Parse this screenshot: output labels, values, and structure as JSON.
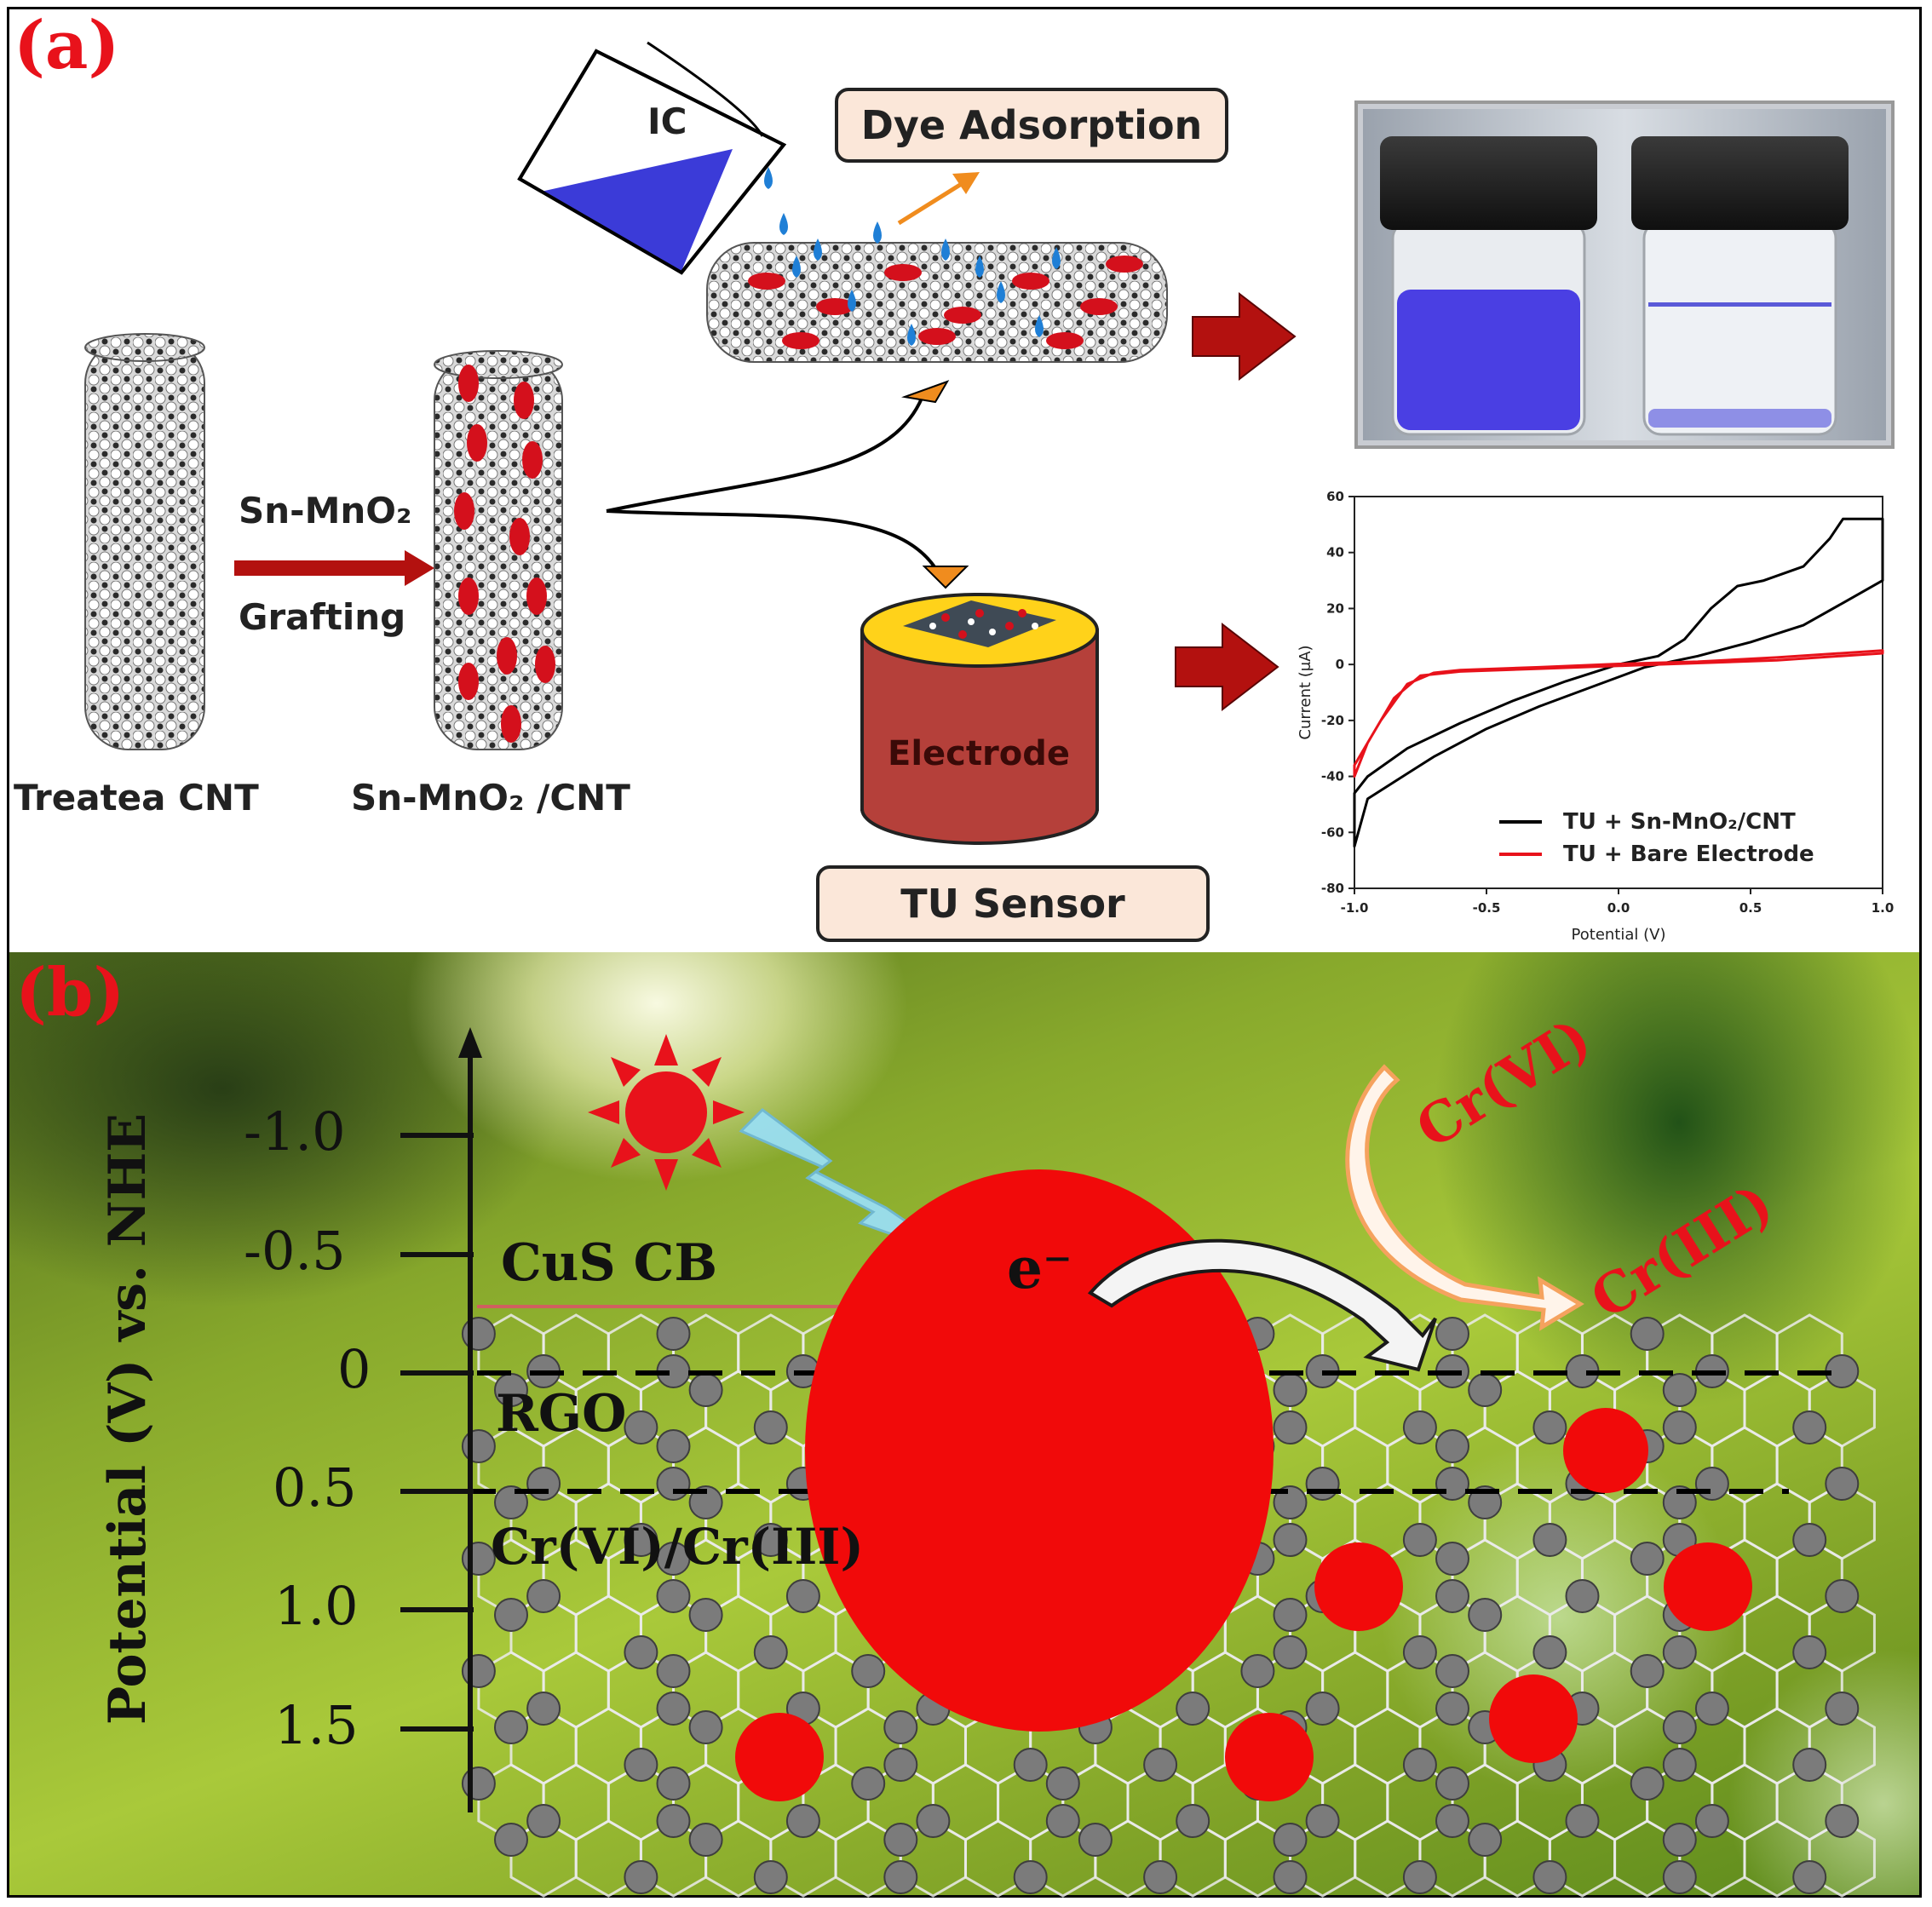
{
  "panel_a": {
    "label": "(a)",
    "beaker_label": "IC",
    "dye_adsorption": "Dye Adsorption",
    "step_label_top": "Sn-MnO₂",
    "step_label_bottom": "Grafting",
    "treated_cnt": "Treatea CNT",
    "composite": "Sn-MnO₂ /CNT",
    "electrode": "Electrode",
    "tu_sensor": "TU Sensor"
  },
  "chart_data": {
    "type": "line",
    "xlabel": "Potential (V)",
    "ylabel": "Current (μA)",
    "xlim": [
      -1.0,
      1.0
    ],
    "ylim": [
      -80,
      60
    ],
    "x_ticks": [
      "-1.0",
      "-0.5",
      "0.0",
      "0.5",
      "1.0"
    ],
    "y_ticks": [
      "60",
      "40",
      "20",
      "0",
      "-20",
      "-40",
      "-60",
      "-80"
    ],
    "legend_position": "bottom-right",
    "series": [
      {
        "name": "TU + Sn-MnO₂/CNT",
        "color": "#000000",
        "x": [
          -1.0,
          -0.95,
          -0.85,
          -0.7,
          -0.5,
          -0.3,
          -0.1,
          0.1,
          0.3,
          0.5,
          0.7,
          0.85,
          1.0,
          1.0,
          0.95,
          0.85,
          0.8,
          0.7,
          0.55,
          0.45,
          0.35,
          0.25,
          0.15,
          0.0,
          -0.2,
          -0.4,
          -0.6,
          -0.8,
          -0.95,
          -1.0
        ],
        "y": [
          -65,
          -48,
          -42,
          -33,
          -23,
          -15,
          -8,
          -1,
          3,
          8,
          14,
          22,
          30,
          52,
          52,
          52,
          45,
          35,
          30,
          28,
          20,
          9,
          3,
          0,
          -6,
          -13,
          -21,
          -30,
          -40,
          -46
        ]
      },
      {
        "name": "TU + Bare Electrode",
        "color": "#e8121b",
        "x": [
          -1.0,
          -0.95,
          -0.85,
          -0.75,
          -0.6,
          -0.3,
          0.0,
          0.3,
          0.6,
          1.0,
          1.0,
          0.6,
          0.3,
          0.0,
          -0.3,
          -0.6,
          -0.7,
          -0.8,
          -0.9,
          -1.0
        ],
        "y": [
          -40,
          -28,
          -12,
          -4,
          -2.5,
          -1.5,
          -0.5,
          0.5,
          1.5,
          4,
          5,
          2.5,
          1.0,
          0.2,
          -1.0,
          -2.0,
          -3.0,
          -7,
          -20,
          -36
        ]
      }
    ]
  },
  "panel_b": {
    "label": "(b)",
    "y_axis_title": "Potential (V) vs. NHE",
    "y_ticks": [
      "-1.0",
      "-0.5",
      "0",
      "0.5",
      "1.0",
      "1.5"
    ],
    "cus_cb": "CuS CB",
    "rgo": "RGO",
    "couple": "Cr(VI)/Cr(III)",
    "electron": "e⁻",
    "cr6": "Cr(VI)",
    "cr3": "Cr(III)"
  },
  "colors": {
    "accent_red": "#e8121b",
    "arrow_red": "#b3110f",
    "dye_blue": "#3b3bd8",
    "box_fill": "#fbe7d9",
    "electrode_red": "#b5403a"
  }
}
